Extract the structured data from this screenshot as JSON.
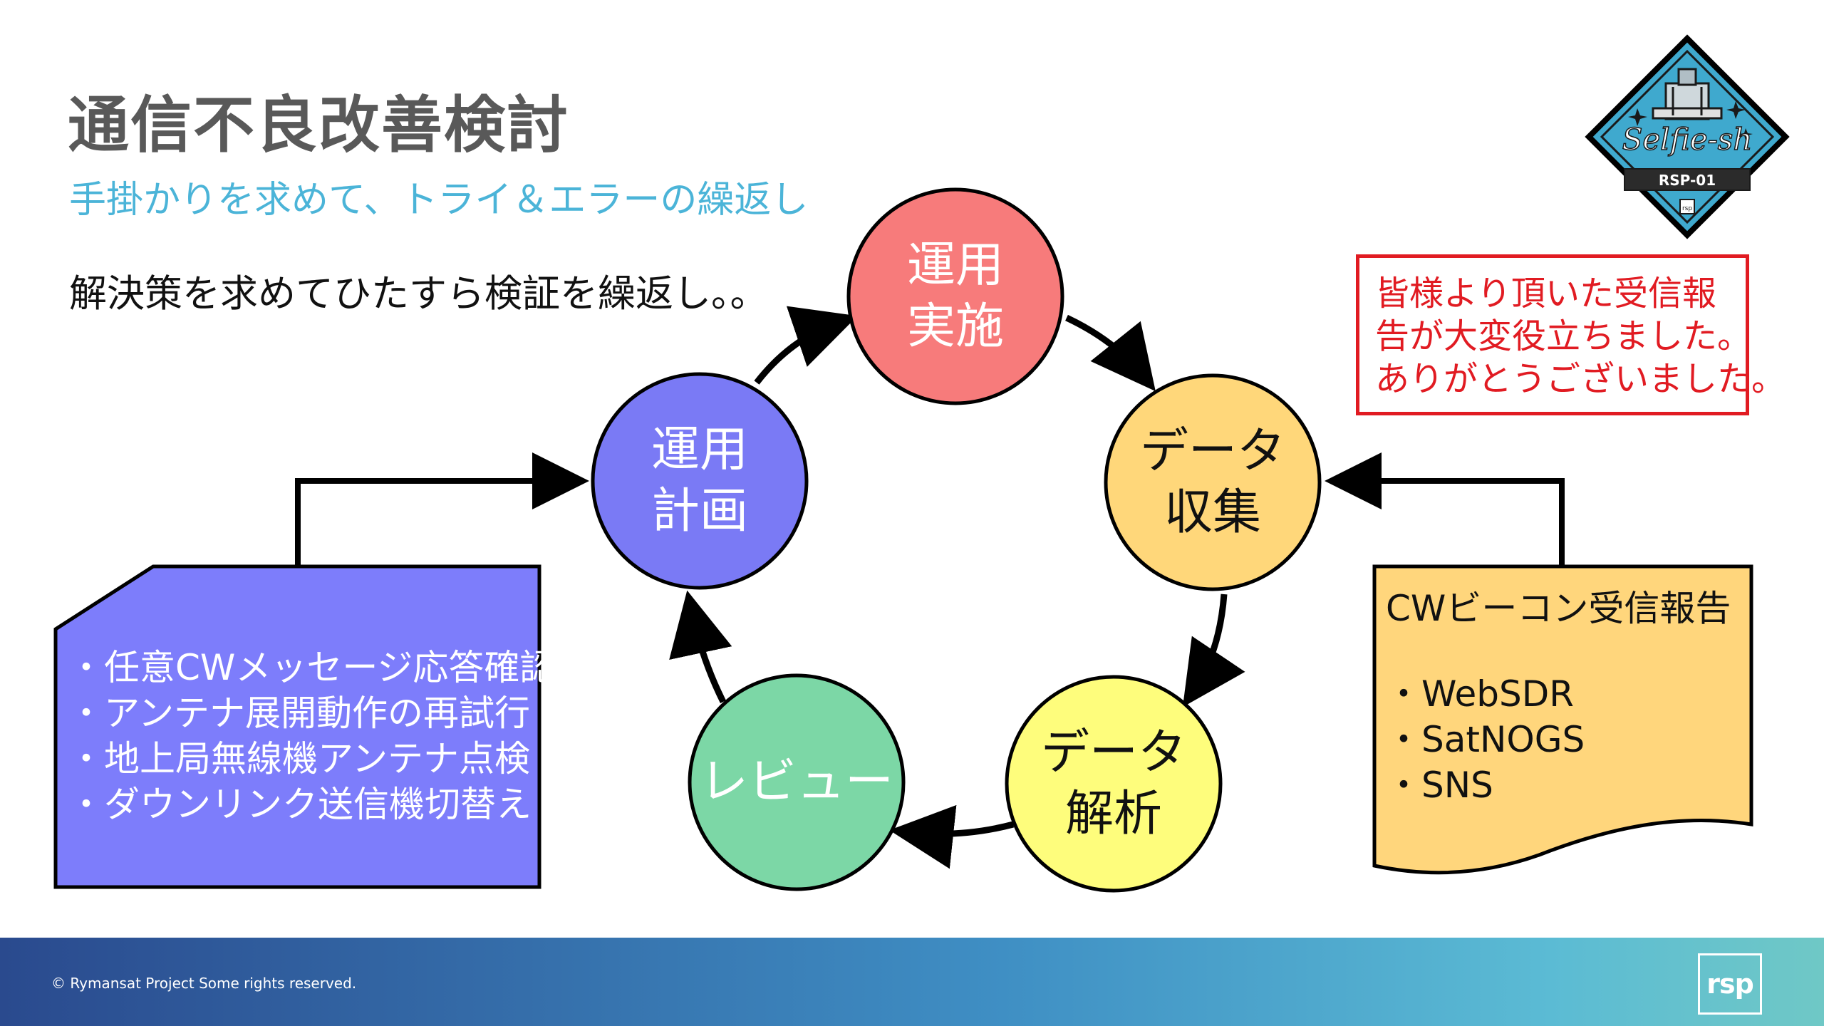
{
  "title": "通信不良改善検討",
  "subtitle": "手掛かりを求めて、トライ＆エラーの繰返し",
  "lead": "解決策を求めてひたすら検証を繰返し。。",
  "cycle": [
    {
      "lines": [
        "運用",
        "実施"
      ],
      "color": "#F77B7B"
    },
    {
      "lines": [
        "データ",
        "収集"
      ],
      "color": "#FFD77A"
    },
    {
      "lines": [
        "データ",
        "解析"
      ],
      "color": "#FEFD7C"
    },
    {
      "lines": [
        "レビュー"
      ],
      "color": "#7CD7A6"
    },
    {
      "lines": [
        "運用",
        "計画"
      ],
      "color": "#7A7AF5"
    }
  ],
  "thanks_box": {
    "lines": [
      "皆様より頂いた受信報",
      "告が大変役立ちました。",
      "ありがとうございました。"
    ],
    "color": "#E11B22"
  },
  "todo_box": {
    "items": [
      "・任意CWメッセージ応答確認",
      "・アンテナ展開動作の再試行",
      "・地上局無線機アンテナ点検",
      "・ダウンリンク送信機切替え"
    ],
    "color": "#7D7DFB"
  },
  "report_box": {
    "title": "CWビーコン受信報告",
    "items": [
      "・WebSDR",
      "・SatNOGS",
      "・SNS"
    ],
    "color": "#FFD67C"
  },
  "badge": {
    "script_text": "Selfie-sh",
    "code": "RSP-01",
    "small": "rsp",
    "color": "#3FA9CE"
  },
  "footer": {
    "copyright": "© Rymansat Project Some rights reserved.",
    "logo_text": "rsp"
  }
}
